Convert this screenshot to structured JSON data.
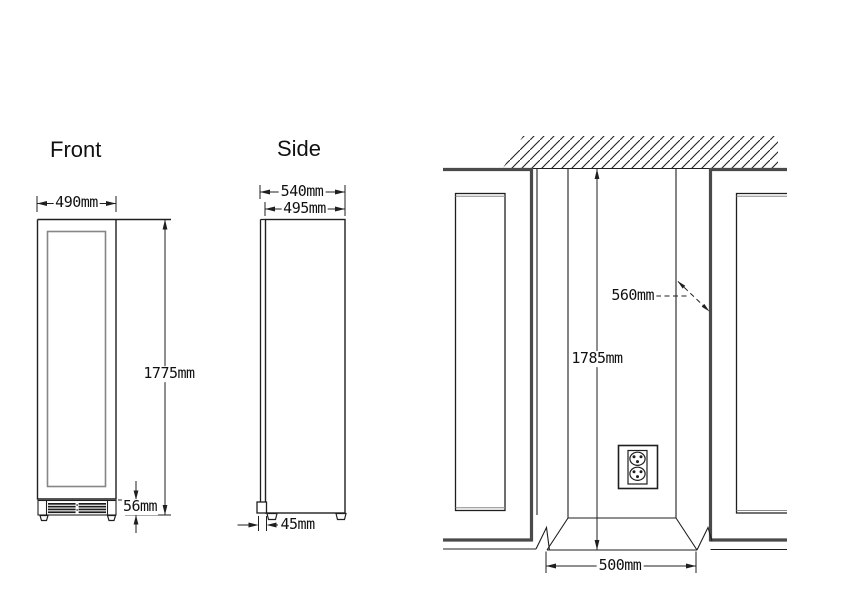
{
  "drawing": {
    "views": {
      "front": {
        "title": "Front",
        "dimensions": {
          "width": "490mm",
          "height": "1775mm",
          "plinth_height": "56mm"
        }
      },
      "side": {
        "title": "Side",
        "dimensions": {
          "depth_total": "540mm",
          "depth_body": "495mm",
          "door_thickness": "45mm"
        }
      },
      "niche": {
        "dimensions": {
          "height": "1785mm",
          "depth": "560mm",
          "width": "500mm"
        }
      }
    },
    "colors": {
      "line": "#1f1f1f",
      "thick_line": "#4a4a4a",
      "glass_line": "#868686",
      "background": "#ffffff"
    }
  }
}
